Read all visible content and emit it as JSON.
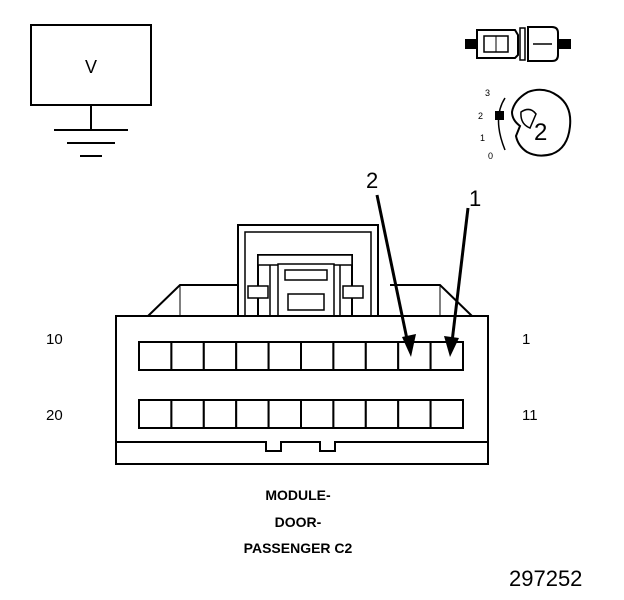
{
  "meter": {
    "label": "V"
  },
  "selector_switch": {
    "scale": [
      "3",
      "2",
      "1",
      "0"
    ],
    "position": "2"
  },
  "callouts": {
    "left": "2",
    "right": "1"
  },
  "connector": {
    "top_left_pin": "10",
    "top_right_pin": "1",
    "bottom_left_pin": "20",
    "bottom_right_pin": "11",
    "title_lines": [
      "MODULE-",
      "DOOR-",
      "PASSENGER C2"
    ]
  },
  "figure_id": "297252"
}
